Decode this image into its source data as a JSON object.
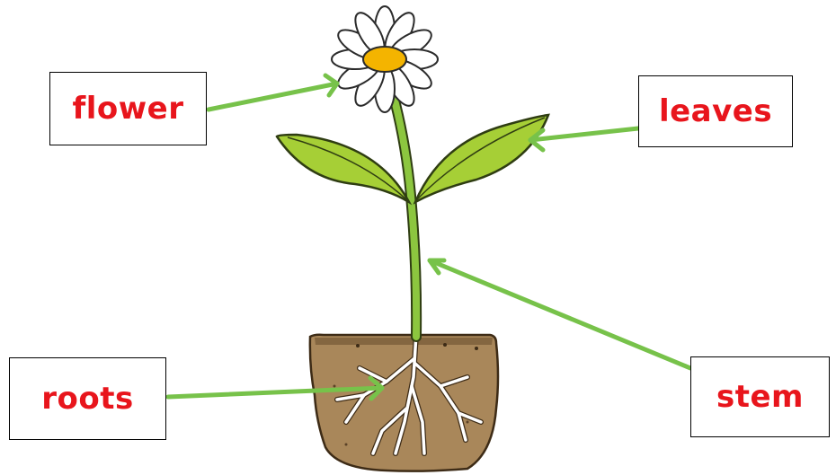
{
  "colors": {
    "label_text": "#e8151c",
    "arrow": "#77c24a",
    "box_border": "#000000",
    "soil": "#a9875a",
    "soil_shadow": "#7b5e3a",
    "stem": "#8cc63f",
    "leaf": "#a6cf36",
    "petal": "#ffffff",
    "flower_center": "#f4b400",
    "root": "#ffffff"
  },
  "labels": {
    "flower": "flower",
    "leaves": "leaves",
    "roots": "roots",
    "stem": "stem"
  }
}
